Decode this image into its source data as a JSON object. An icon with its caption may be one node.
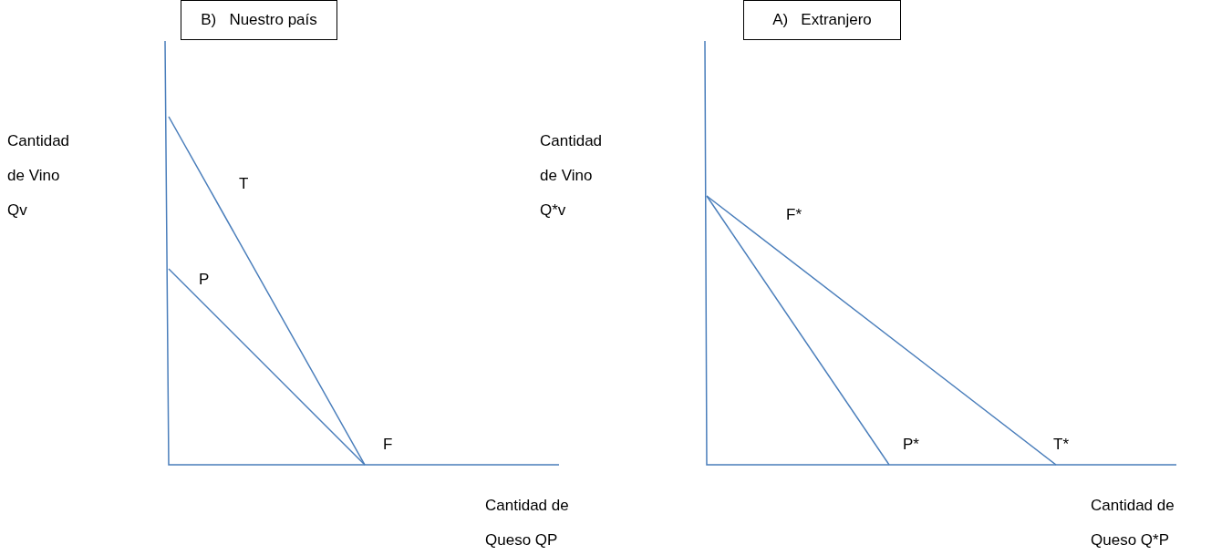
{
  "diagram": {
    "nodes": [
      {
        "text": [
          "B)   Nuestro país"
        ]
      },
      {
        "text": [
          "A)   Extranjero"
        ]
      }
    ],
    "labels": [
      "Cantidad de Vino Qv",
      "T",
      "P",
      "F",
      "Cantidad de Queso QP",
      "Cantidad de Vino Q*v",
      "F*",
      "P*",
      "T*",
      "Cantidad de Queso Q*P"
    ]
  }
}
